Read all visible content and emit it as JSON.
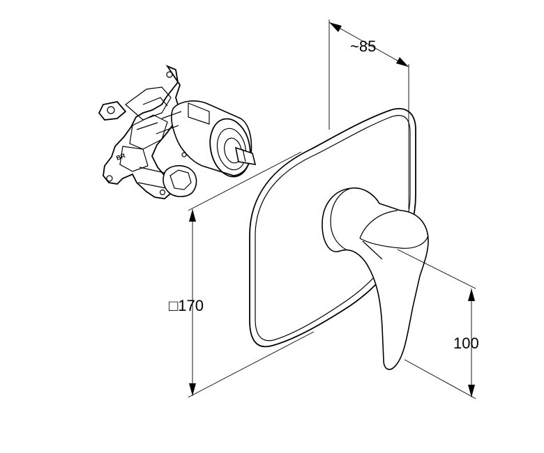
{
  "dimensions": {
    "depth": "~85",
    "plate_size": "□170",
    "lever_height": "100"
  },
  "colors": {
    "line": "#000000",
    "background": "#ffffff"
  }
}
